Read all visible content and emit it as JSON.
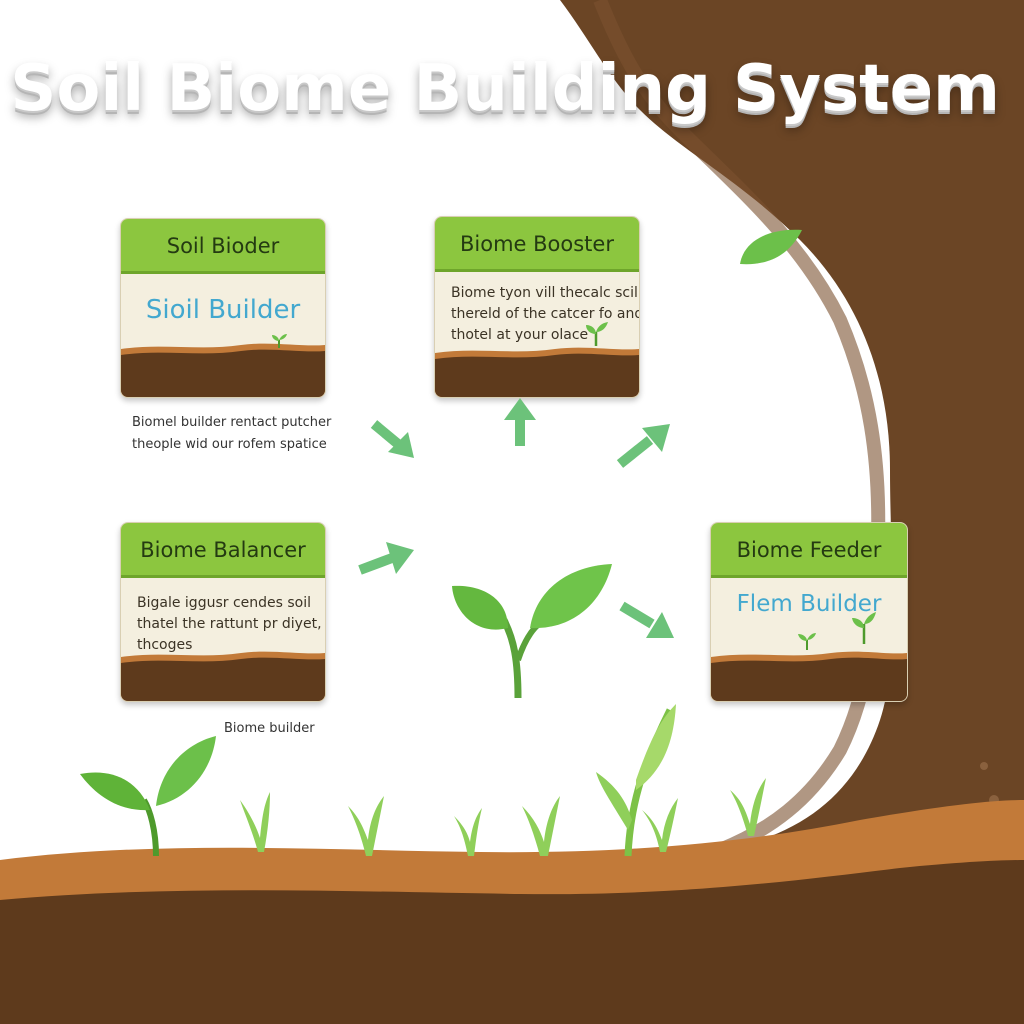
{
  "title": "Soil Biome Building System",
  "colors": {
    "header_green": "#8cc63f",
    "soil_dark": "#5e3a1c",
    "soil_light": "#c27a39",
    "arrow_green": "#6cc27a",
    "label_blue": "#43a8cf"
  },
  "cards": {
    "soil_builder": {
      "title": "Soil Bioder",
      "name": "Sioil Builder"
    },
    "biome_booster": {
      "title": "Biome Booster",
      "lines": [
        "Biome tyon vill thecalc scil",
        "thereld of the catcer fo and",
        "thotel at your olace"
      ]
    },
    "biome_balancer": {
      "title": "Biome Balancer",
      "lines": [
        "Bigale iggusr cendes soil",
        "thatel the rattunt pr diyet,",
        "thcoges"
      ]
    },
    "biome_feeder": {
      "title": "Biome Feeder",
      "name": "Flem Builder"
    }
  },
  "captions": {
    "soil_builder": [
      "Biomel builder rentact putcher",
      "theople wid our rofem spatice"
    ],
    "biome_balancer": "Biome builder"
  },
  "icons": [
    "arrow-icon",
    "sprout-icon",
    "leaf-icon",
    "grass-icon"
  ]
}
